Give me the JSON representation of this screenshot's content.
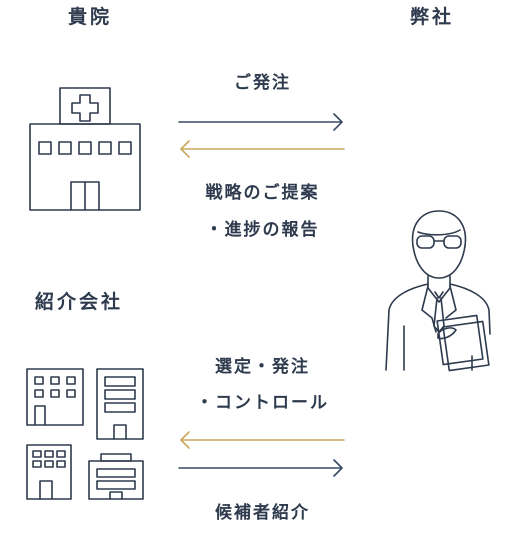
{
  "headings": {
    "hospital": "貴院",
    "company": "弊社",
    "agency": "紹介会社"
  },
  "labels": {
    "order": "ご発注",
    "strategy_line1": "戦略のご提案",
    "strategy_line2": "・進捗の報告",
    "selection_line1": "選定・発注",
    "selection_line2": "・コントロール",
    "candidates": "候補者紹介"
  },
  "colors": {
    "navy_arrow": "#3a4a64",
    "gold_arrow": "#c9aa5c",
    "line": "#2e3a4d"
  },
  "icons": {
    "hospital": "hospital-building-icon",
    "company": "businessman-icon",
    "agency": "office-buildings-icon"
  }
}
